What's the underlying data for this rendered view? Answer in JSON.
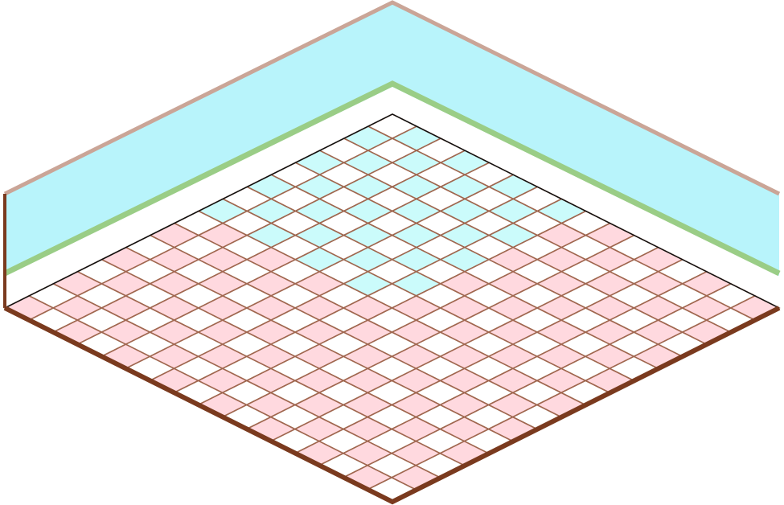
{
  "room": {
    "grid": {
      "rows": 16,
      "cols": 16
    },
    "colors": {
      "wall_fill": "#b8f4fb",
      "wall_top_trim": "#caa597",
      "wall_stripe": "#9acd86",
      "floor_edge": "#7a3a1e",
      "grid_line": "#a0674f",
      "back_edge": "#111111",
      "tile_pink": "#ffd9df",
      "tile_cyan": "#cbfbfb",
      "tile_white": "#ffffff"
    },
    "rug_center_region": {
      "row_range": [
        0,
        7
      ],
      "col_range": [
        0,
        7
      ]
    }
  }
}
